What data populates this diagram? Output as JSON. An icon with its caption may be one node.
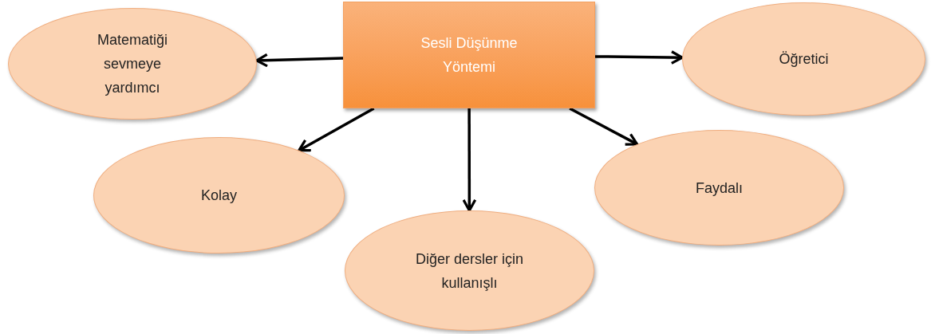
{
  "diagram": {
    "nodes": [
      {
        "text": [
          "Sesli Düşünme Yöntemi"
        ]
      },
      {
        "text": [
          "Matematiği sevmeye yardımcı"
        ]
      },
      {
        "text": [
          "Öğretici"
        ]
      },
      {
        "text": [
          "Kolay"
        ]
      },
      {
        "text": [
          "Faydalı"
        ]
      },
      {
        "text": [
          "Diğer dersler için kullanışlı"
        ]
      }
    ],
    "edges": [
      {
        "from": 0,
        "to": 1,
        "arrow": "to"
      },
      {
        "from": 0,
        "to": 2,
        "arrow": "to"
      },
      {
        "from": 0,
        "to": 3,
        "arrow": "to"
      },
      {
        "from": 0,
        "to": 4,
        "arrow": "to"
      },
      {
        "from": 0,
        "to": 5,
        "arrow": "to"
      }
    ]
  }
}
